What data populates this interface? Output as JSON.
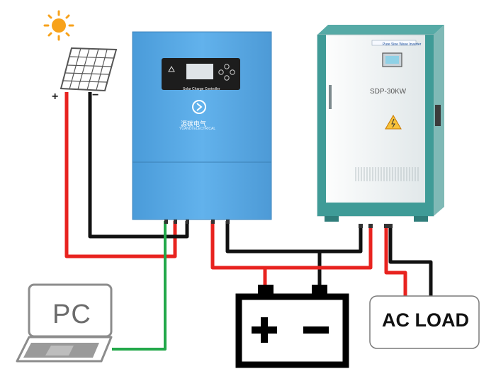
{
  "pc": {
    "label": "PC"
  },
  "ac_load": {
    "label": "AC LOAD"
  },
  "solar_panel": {
    "positive": "+",
    "negative": "−"
  },
  "battery": {
    "positive": "+",
    "negative": "−"
  },
  "controller": {
    "subtitle": "Solar Charge Controller",
    "brand_cn": "源碳电气",
    "brand_en": "YUANDI ELECTRICAL"
  },
  "inverter": {
    "tag": "Pure Sine Wave Inverter",
    "model": "SDP-30KW"
  },
  "colors": {
    "positive_wire": "#e8231f",
    "negative_wire": "#111111",
    "comm_wire": "#22a84a",
    "controller_blue": "#58a9e6",
    "inverter_white": "#eef2f3",
    "inverter_teal": "#3f9b97",
    "sun": "#f7a21b"
  }
}
